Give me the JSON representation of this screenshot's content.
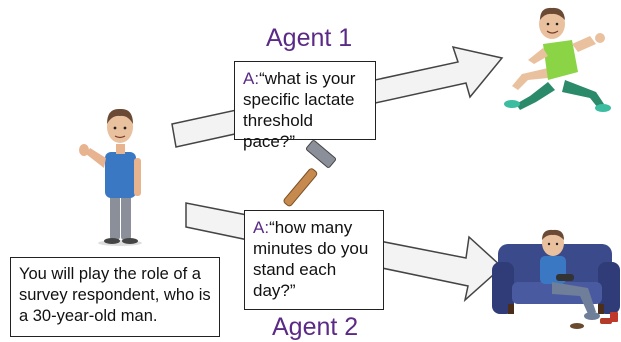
{
  "agents": [
    {
      "title": "Agent 1",
      "prefix": "A:",
      "question": "“what is your specific lactate threshold pace?”"
    },
    {
      "title": "Agent 2",
      "prefix": "A:",
      "question": "“how many minutes do you stand each day?”"
    }
  ],
  "prompt": {
    "text": "You will play the role of a survey respondent, who is a 30-year-old man."
  },
  "colors": {
    "agent_title": "#5b2a86",
    "arrow_fill": "#f3f3f3",
    "arrow_stroke": "#444444"
  },
  "icons": [
    "respondent-avatar",
    "hammer-icon",
    "runner-avatar",
    "couch-gamer-avatar"
  ]
}
